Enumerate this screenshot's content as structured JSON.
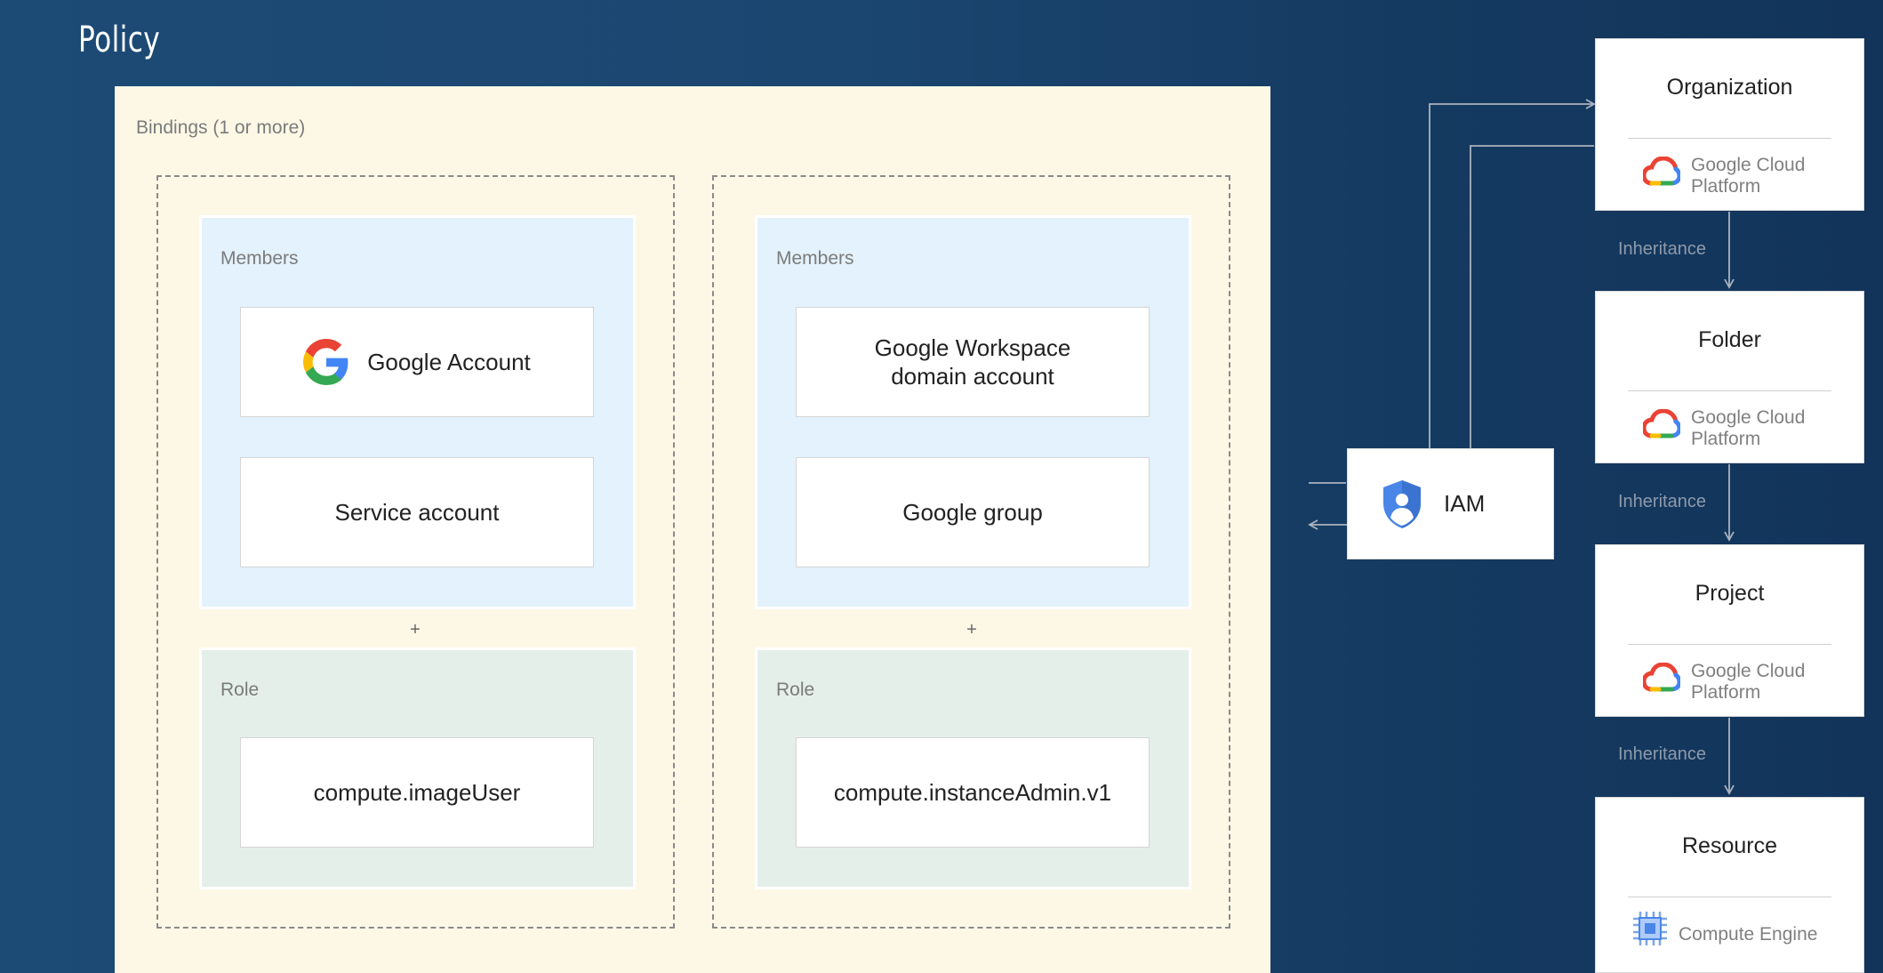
{
  "title": "Policy",
  "bindings_label": "Bindings (1 or more)",
  "bindings": [
    {
      "members_label": "Members",
      "members": [
        "Google Account",
        "Service account"
      ],
      "plus": "+",
      "role_label": "Role",
      "role": "compute.imageUser"
    },
    {
      "members_label": "Members",
      "members": [
        "Google Workspace domain account",
        "Google group"
      ],
      "plus": "+",
      "role_label": "Role",
      "role": "compute.instanceAdmin.v1"
    }
  ],
  "iam": {
    "label": "IAM",
    "icon": "shield-person-icon"
  },
  "hierarchy": [
    {
      "title": "Organization",
      "platform": [
        "Google Cloud",
        "Platform"
      ],
      "icon": "google-cloud-icon"
    },
    {
      "title": "Folder",
      "platform": [
        "Google Cloud",
        "Platform"
      ],
      "icon": "google-cloud-icon"
    },
    {
      "title": "Project",
      "platform": [
        "Google Cloud",
        "Platform"
      ],
      "icon": "google-cloud-icon"
    },
    {
      "title": "Resource",
      "platform": [
        "Compute Engine"
      ],
      "icon": "compute-engine-icon"
    }
  ],
  "inheritance_labels": [
    "Inheritance",
    "Inheritance",
    "Inheritance"
  ],
  "colors": {
    "background": "#1b4670",
    "policy_panel": "#fdf8e6",
    "members_box": "#e3f2fc",
    "role_box": "#e4efe9",
    "iam_shield": "#4a86e8"
  }
}
